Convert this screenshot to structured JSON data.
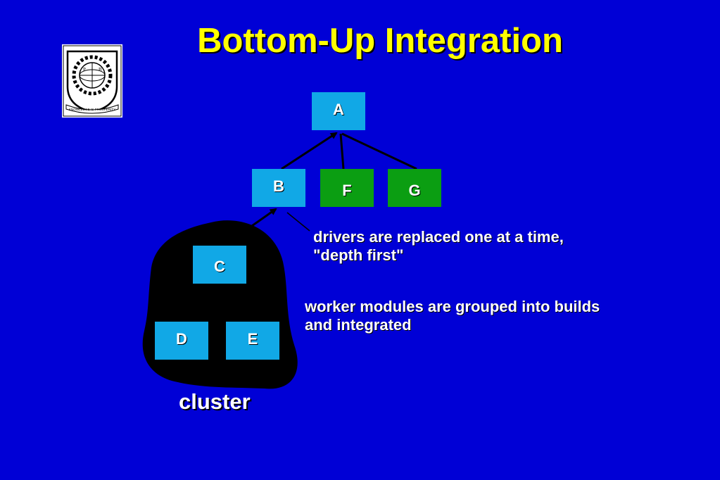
{
  "title": "Bottom-Up Integration",
  "colors": {
    "background": "#0000d6",
    "title": "#ffff00",
    "module_light": "#11a8e6",
    "module_green": "#0b9e12",
    "cluster": "#000000"
  },
  "logo": {
    "icon": "college-seal-icon",
    "letters": [
      "P",
      "B"
    ],
    "motto": "KNOWLEDGE IS PROSPERITY"
  },
  "nodes": {
    "a": "A",
    "b": "B",
    "f": "F",
    "g": "G",
    "c": "C",
    "d": "D",
    "e": "E"
  },
  "notes": {
    "drivers": "drivers are replaced one at a time, \"depth first\"",
    "workers": "worker modules are grouped into builds and integrated"
  },
  "cluster_label": "cluster"
}
